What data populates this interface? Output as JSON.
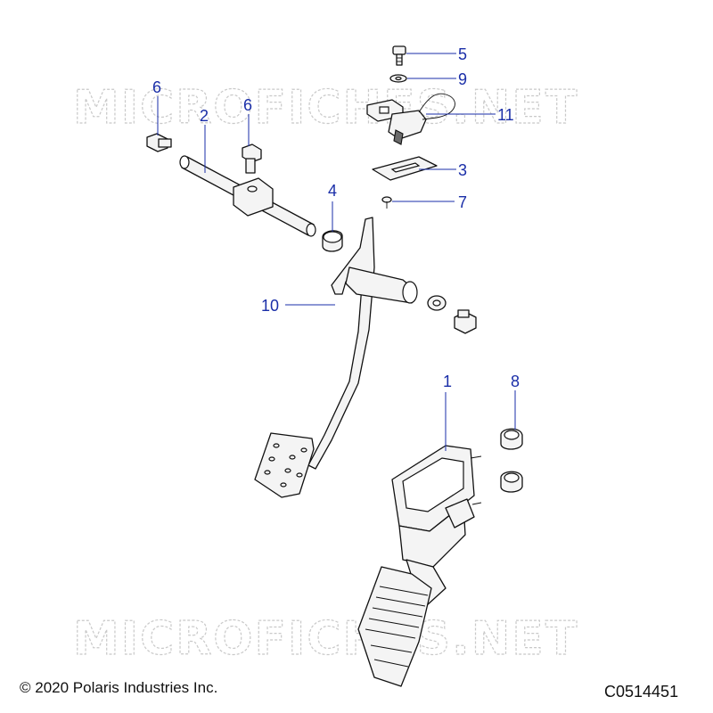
{
  "watermark": "MICROFICHES.NET",
  "copyright": "© 2020 Polaris Industries Inc.",
  "drawing_number": "C0514451",
  "callouts": [
    {
      "label": "1"
    },
    {
      "label": "2"
    },
    {
      "label": "3"
    },
    {
      "label": "4"
    },
    {
      "label": "5"
    },
    {
      "label": "6"
    },
    {
      "label": "6"
    },
    {
      "label": "7"
    },
    {
      "label": "8"
    },
    {
      "label": "9"
    },
    {
      "label": "10"
    },
    {
      "label": "11"
    }
  ],
  "colors": {
    "callout": "#1a2ea8",
    "watermark": "#c9c9c9",
    "line": "#111111"
  }
}
